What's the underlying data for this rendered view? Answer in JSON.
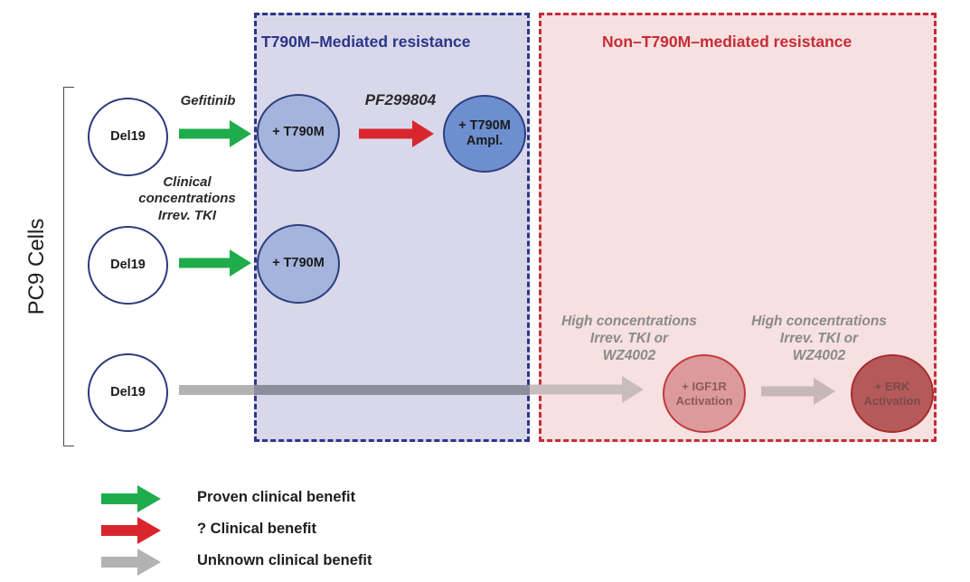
{
  "regions": {
    "t790m": {
      "title": "T790M–Mediated resistance",
      "border_color": "#2b3589",
      "fill": "#d9d8ea"
    },
    "non_t790m": {
      "title": "Non–T790M–mediated resistance",
      "border_color": "#c62c36",
      "fill": "#f6e0e0"
    }
  },
  "side_label": "PC9 Cells",
  "nodes": {
    "del19_a": "Del19",
    "del19_b": "Del19",
    "del19_c": "Del19",
    "t790m_a": "+ T790M",
    "t790m_ampl": "+ T790M\nAmpl.",
    "t790m_b": "+ T790M",
    "igf1r": "+ IGF1R\nActivation",
    "erk": "+ ERK\nActivation"
  },
  "edge_labels": {
    "gefitinib": "Gefitinib",
    "pf299804": "PF299804",
    "clinical_irrev": "Clinical\nconcentrations\nIrrev. TKI",
    "high_conc_1": "High concentrations\nIrrev. TKI or\nWZ4002",
    "high_conc_2": "High concentrations\nIrrev. TKI or\nWZ4002"
  },
  "arrow_colors": {
    "green": "#1fac4b",
    "red": "#d9262e",
    "gray": "#b3b3b3",
    "gray_in_box": "#8e8d9c"
  },
  "legend": [
    {
      "color": "green",
      "label": "Proven clinical benefit"
    },
    {
      "color": "red",
      "label": "? Clinical benefit"
    },
    {
      "color": "gray",
      "label": "Unknown clinical benefit"
    }
  ]
}
